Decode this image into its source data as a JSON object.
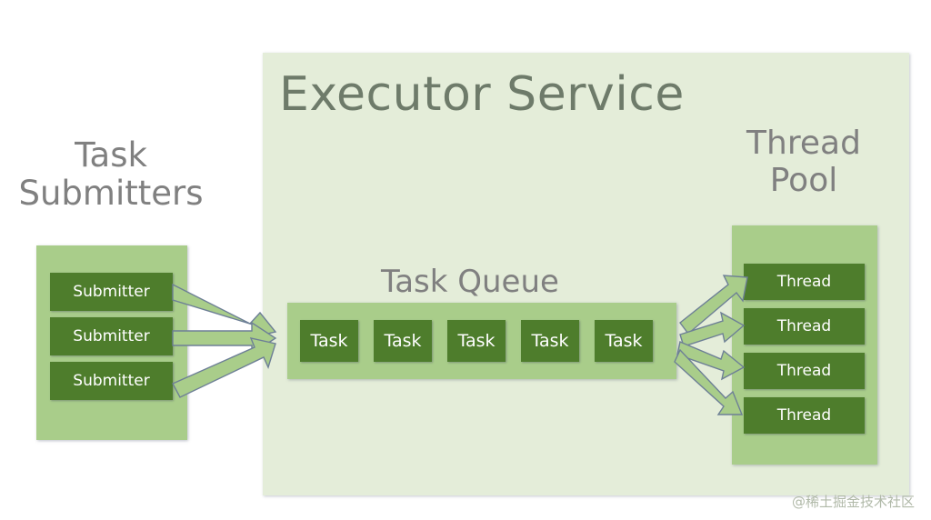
{
  "diagram": {
    "title": "Executor Service",
    "background_color": "#ffffff",
    "panel_color": "#e4edd9",
    "container_color": "#a9cd8a",
    "item_color": "#4e7d2c",
    "heading_color": "#808080",
    "title_color": "#6e7b6a",
    "arrow_fill": "#a9cd8a",
    "arrow_stroke": "#6d7f96"
  },
  "submitters": {
    "heading": "Task\nSubmitters",
    "items": [
      {
        "label": "Submitter"
      },
      {
        "label": "Submitter"
      },
      {
        "label": "Submitter"
      }
    ]
  },
  "queue": {
    "heading": "Task Queue",
    "items": [
      {
        "label": "Task"
      },
      {
        "label": "Task"
      },
      {
        "label": "Task"
      },
      {
        "label": "Task"
      },
      {
        "label": "Task"
      }
    ]
  },
  "thread_pool": {
    "heading": "Thread\nPool",
    "items": [
      {
        "label": "Thread"
      },
      {
        "label": "Thread"
      },
      {
        "label": "Thread"
      },
      {
        "label": "Thread"
      }
    ]
  },
  "arrows": {
    "submit_count": 3,
    "dispatch_count": 4
  },
  "watermark": {
    "text": "@稀土掘金技术社区"
  }
}
